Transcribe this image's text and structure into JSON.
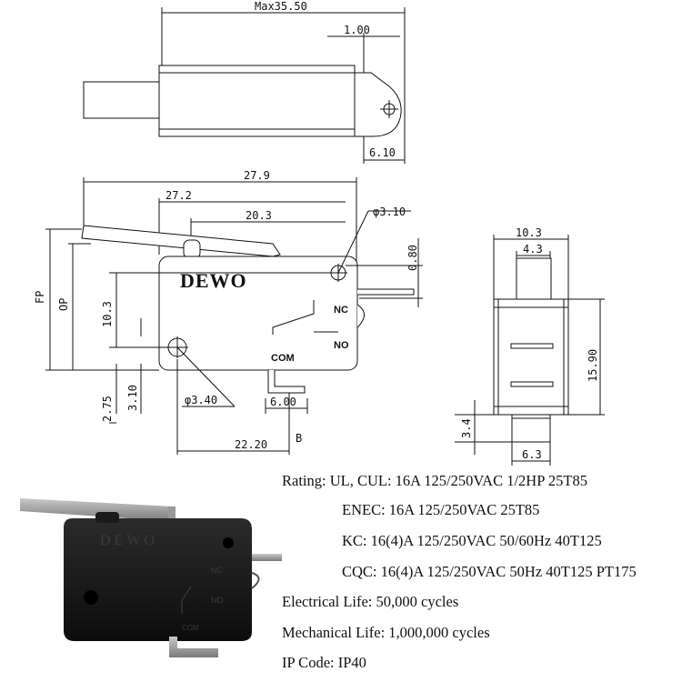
{
  "top_view": {
    "width_label": "Max35.50",
    "pin_offset_label": "1.00",
    "terminal_label": "6.10"
  },
  "front_view": {
    "lever_length_label": "27.9",
    "actuator_label": "27.2",
    "roller_pos_label": "20.3",
    "mount_hole_label": "φ3.10",
    "term_offset_label": "0.80",
    "fp_label": "FP",
    "op_label": "OP",
    "height_label": "10.3",
    "small_a_label": "2.75",
    "small_b_label": "3.10",
    "hole_dia_label": "φ3.40",
    "com_width_label": "6.00",
    "base_label": "22.20",
    "b_label": "B",
    "brand": "DEWO",
    "pin_nc": "NC",
    "pin_no": "NO",
    "pin_com": "COM"
  },
  "side_view": {
    "width_label": "10.3",
    "plunger_label": "4.3",
    "height_label": "15.90",
    "bottom_offset_label": "3.4",
    "bottom_width_label": "6.3"
  },
  "photo": {
    "brand": "DEWO",
    "nc": "NC",
    "no": "NO",
    "com": "COM"
  },
  "specs": {
    "rating": "Rating:  UL, CUL: 16A 125/250VAC 1/2HP 25T85",
    "enec": "ENEC:  16A 125/250VAC 25T85",
    "kc": "KC: 16(4)A 125/250VAC 50/60Hz 40T125",
    "cqc": "CQC: 16(4)A 125/250VAC 50Hz 40T125 PT175",
    "electrical": "Electrical Life: 50,000 cycles",
    "mechanical": "Mechanical Life: 1,000,000 cycles",
    "ip": "IP Code: IP40"
  }
}
